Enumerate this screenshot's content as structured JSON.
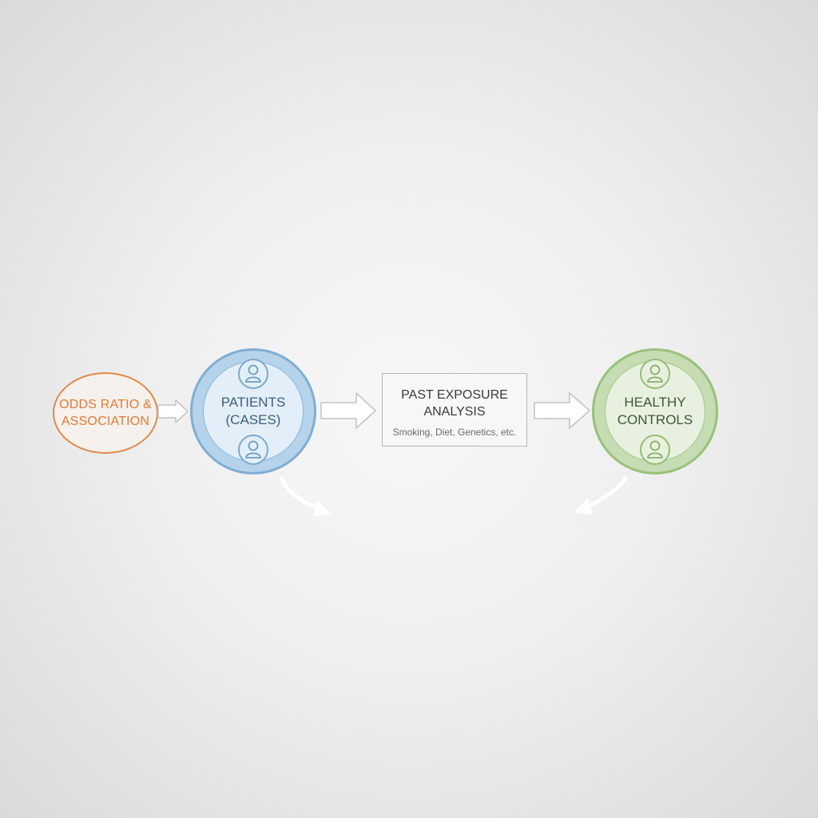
{
  "diagram": {
    "odds_node": {
      "label": "ODDS RATIO &\nASSOCIATION"
    },
    "patients_node": {
      "label": "PATIENTS\n(CASES)"
    },
    "exposure_node": {
      "title": "PAST EXPOSURE\nANALYSIS",
      "subtitle": "Smoking, Diet, Genetics, etc."
    },
    "controls_node": {
      "label": "HEALTHY\nCONTROLS"
    }
  },
  "colors": {
    "odds": "#e07a36",
    "patients": "#80aed3",
    "controls": "#98c17c",
    "arrow_outline": "#c4c4c4"
  },
  "icons": {
    "person": "person-icon",
    "arrow": "block-arrow-right-icon",
    "curved_arrow": "curved-arrow-icon"
  }
}
